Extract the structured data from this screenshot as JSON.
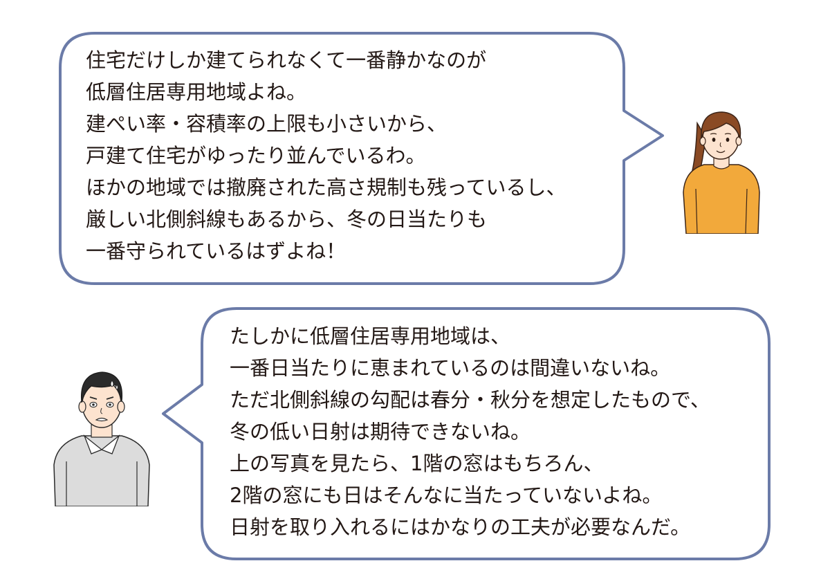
{
  "colors": {
    "bubble_border": "#6b7ba8",
    "text": "#231815",
    "woman_sweater": "#f2a93b",
    "woman_hair": "#8a4a24",
    "man_sweater": "#dcdcdc",
    "man_hair": "#2b2b2b",
    "skin": "#fde3cf"
  },
  "woman": {
    "icon": "woman-avatar-icon",
    "lines": [
      "住宅だけしか建てられなくて一番静かなのが",
      "低層住居専用地域よね。",
      "建ぺい率・容積率の上限も小さいから、",
      "戸建て住宅がゆったり並んでいるわ。",
      "ほかの地域では撤廃された高さ規制も残っているし、",
      "厳しい北側斜線もあるから、冬の日当たりも",
      "一番守られているはずよね！"
    ]
  },
  "man": {
    "icon": "man-avatar-icon",
    "lines": [
      "たしかに低層住居専用地域は、",
      "一番日当たりに恵まれているのは間違いないね。",
      "ただ北側斜線の勾配は春分・秋分を想定したもので、",
      "冬の低い日射は期待できないね。",
      "上の写真を見たら、1階の窓はもちろん、",
      "2階の窓にも日はそんなに当たっていないよね。",
      "日射を取り入れるにはかなりの工夫が必要なんだ。"
    ]
  }
}
